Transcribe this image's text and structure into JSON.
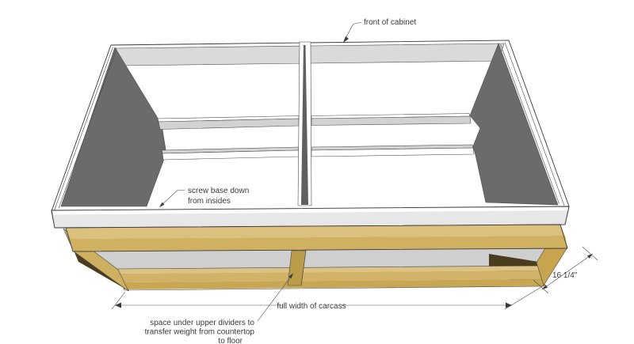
{
  "diagram": {
    "subject": "cabinet carcass assembly drawing"
  },
  "annotations": {
    "front_of_cabinet": "front of cabinet",
    "screw_base_line1": "screw base down",
    "screw_base_line2": "from insides",
    "full_width": "full width of carcass",
    "depth_dimension": "16 1/4\"",
    "space_note_line1": "space under upper dividers to",
    "space_note_line2": "transfer weight from countertop",
    "space_note_line3": "to floor"
  },
  "colors": {
    "background": "#ffffff",
    "outline": "#3a3a3a",
    "annotation_text": "#3a3a3a",
    "cabinet_white": "#ffffff",
    "cabinet_top_band": "#dadada",
    "cabinet_side_panel_dark": "#6b6b6b",
    "cabinet_bottom_band": "#e7e7e7",
    "stretcher_gray": "#d2d2d2",
    "divider_shadow": "#5f5f5f",
    "base_back_gray": "#cfcfcf",
    "wood_top": "#dcc17e",
    "wood_front": "#d0b061",
    "wood_end_right": "#c7a44e",
    "wood_end_left": "#cdb060",
    "wood_divider": "#bb9c49",
    "wood_dark_interior": "#4a3d1d",
    "wood_bottom_strip": "#dcc284",
    "wood_bottom_upper": "#d2b266",
    "wood_bottom_lower": "#c8a754"
  }
}
